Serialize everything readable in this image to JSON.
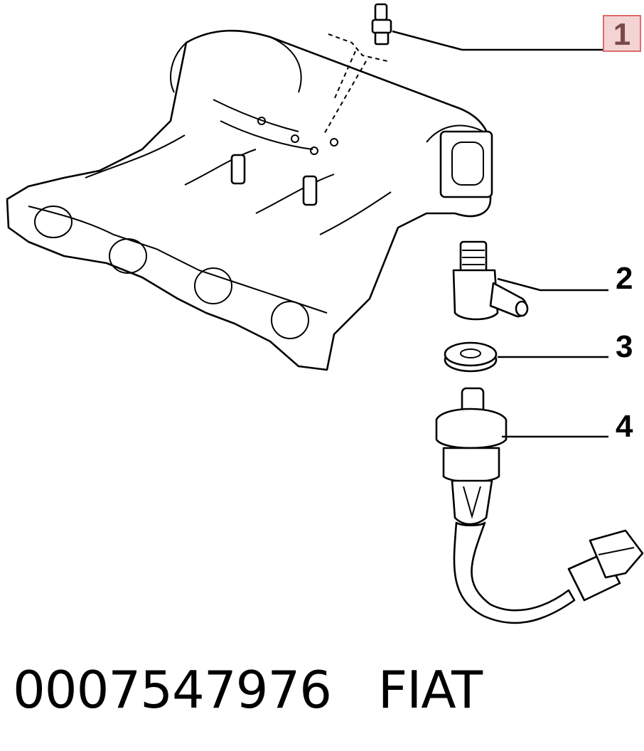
{
  "callouts": [
    "1",
    "2",
    "3",
    "4"
  ],
  "part_number": "0007547976",
  "brand": "FIAT",
  "colors": {
    "highlight_fill": "#f3d3d3",
    "highlight_border": "#e06a6a",
    "ink": "#000000"
  }
}
